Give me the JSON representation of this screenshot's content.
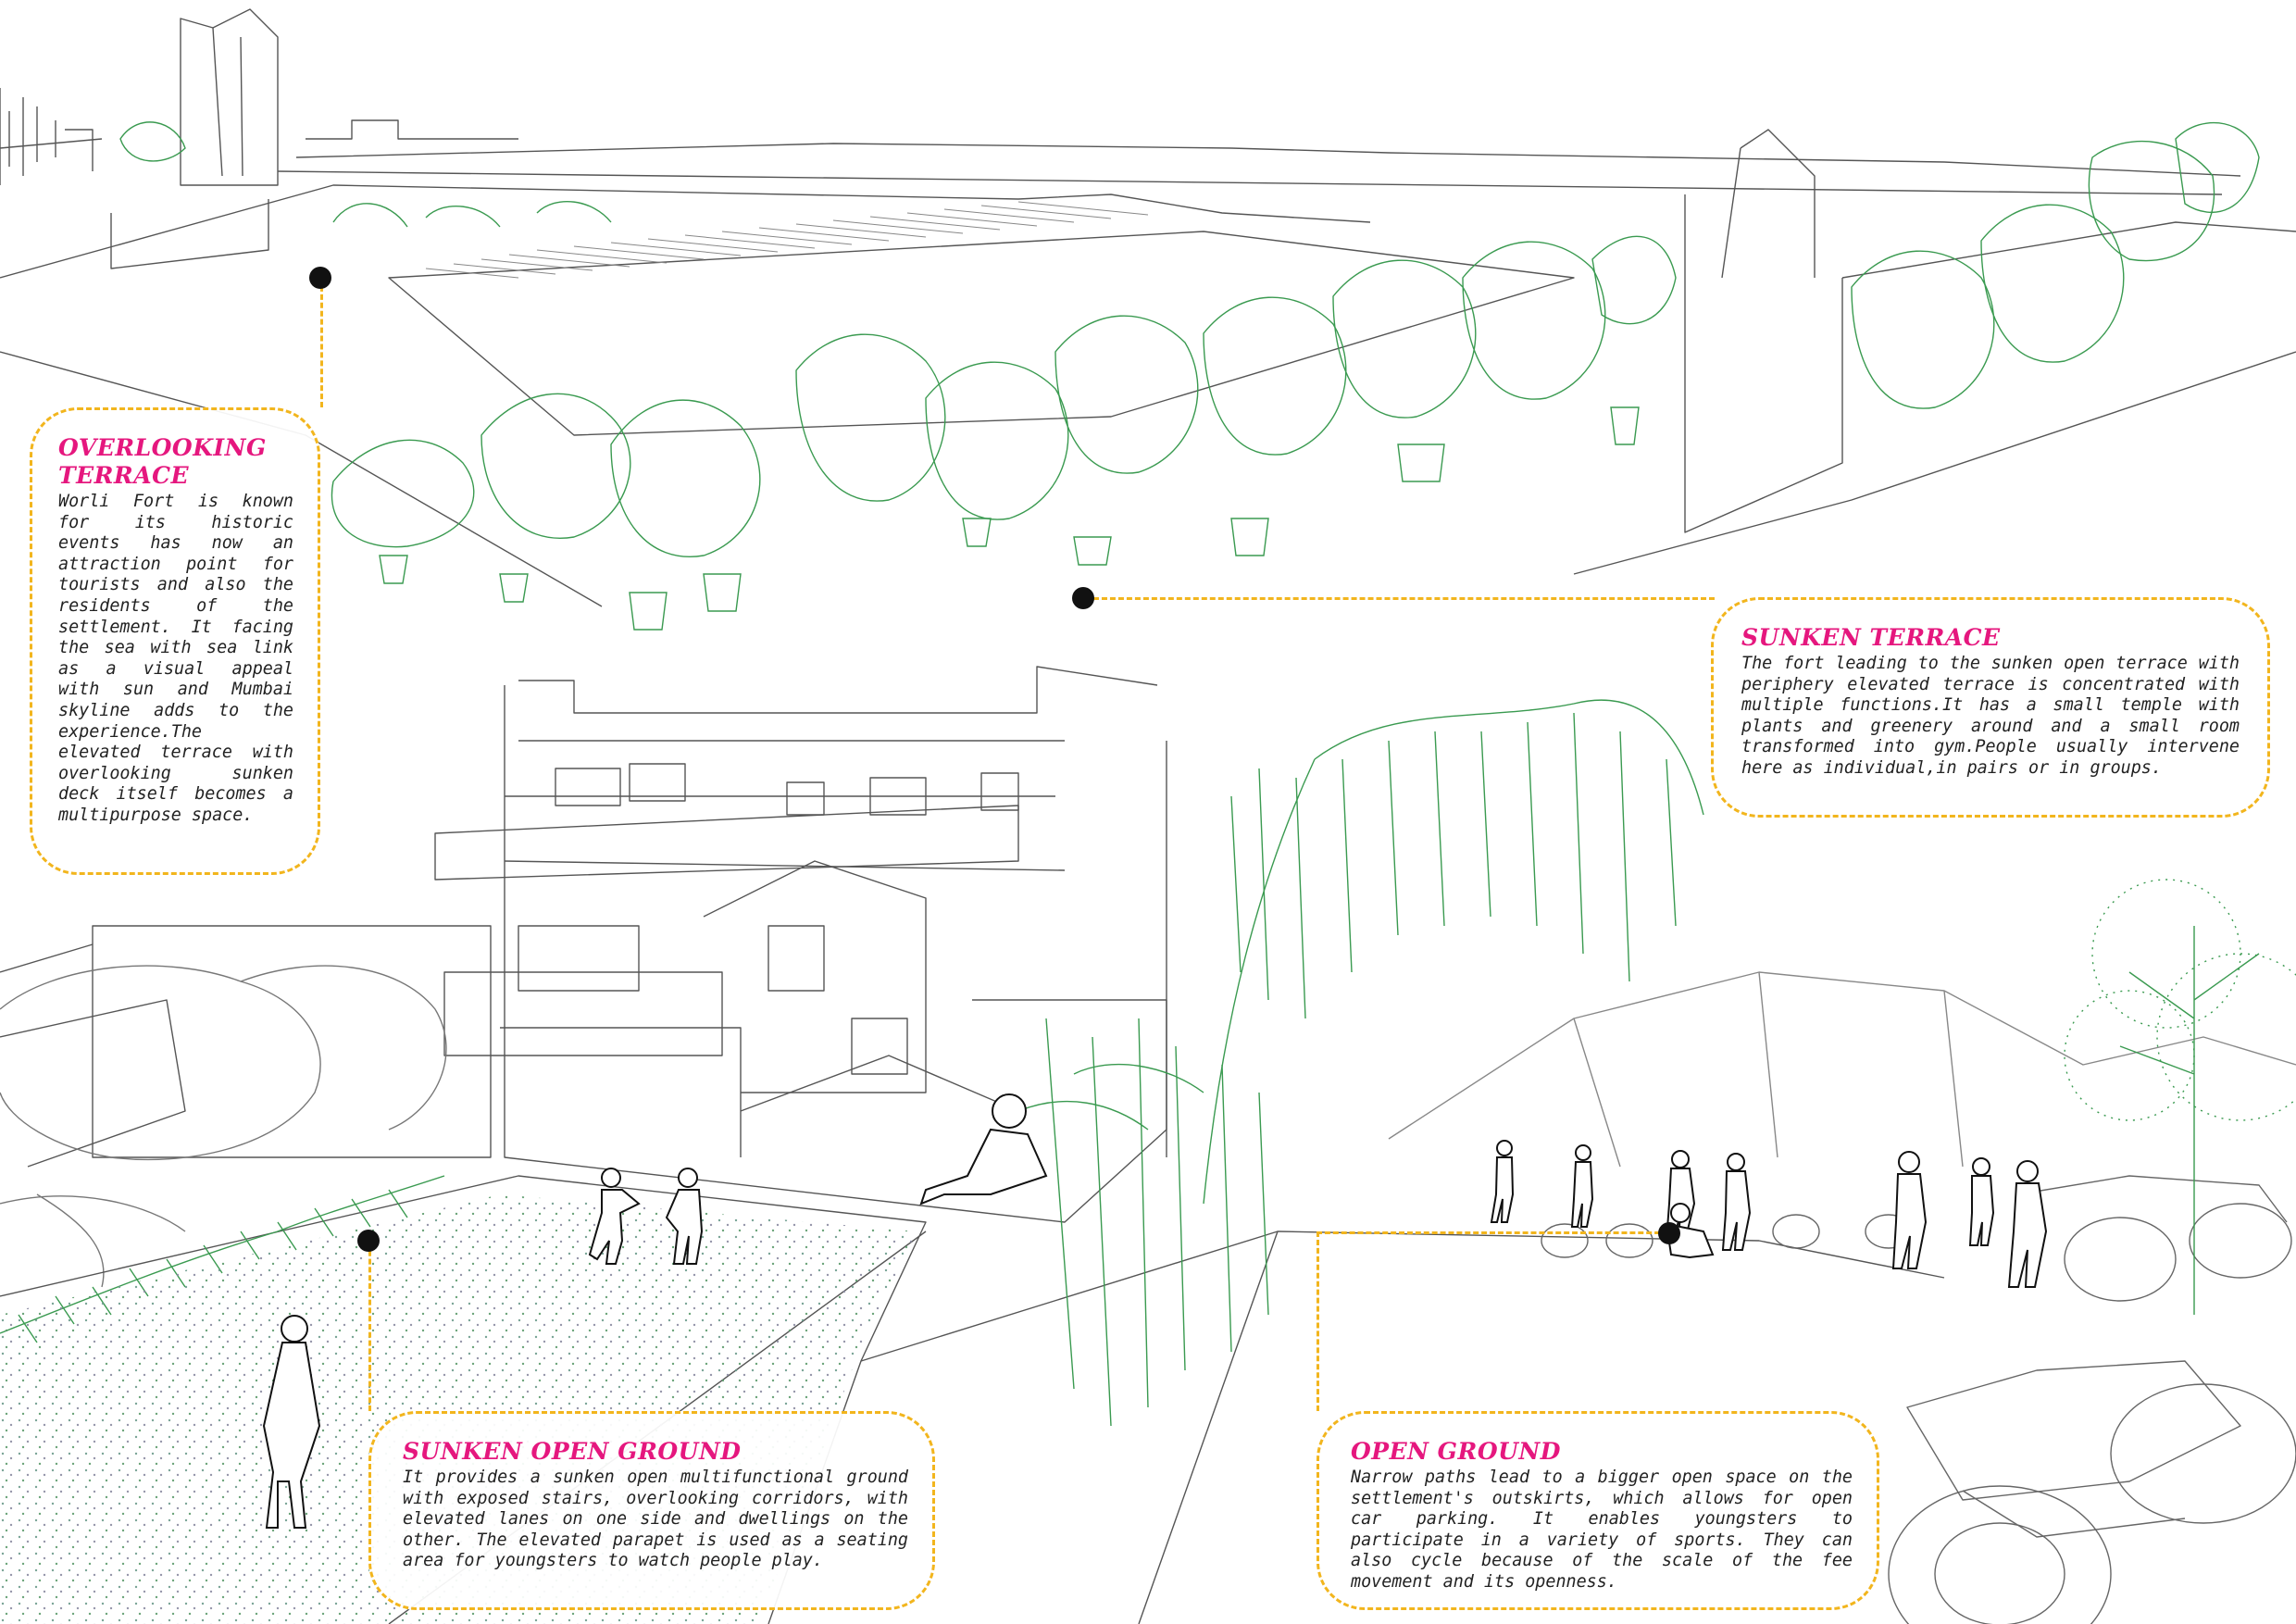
{
  "colors": {
    "title": "#e5177e",
    "border": "#f2b51d",
    "vegetation": "#3a9a50",
    "line": "#555555",
    "marker": "#111111"
  },
  "callouts": {
    "overlooking_terrace": {
      "title": "OVERLOOKING TERRACE",
      "text": "Worli Fort is known for its historic events has now an attraction point for tourists and also the residents of the settlement. It facing the sea with sea link as a visual appeal with sun and Mumbai skyline adds to the experience.The elevated terrace with overlooking sunken deck itself becomes a multipurpose space."
    },
    "sunken_terrace": {
      "title": "SUNKEN TERRACE",
      "text": "The fort leading to the sunken open terrace with periphery elevated terrace is concentrated with multiple functions.It has a small temple with plants and greenery around and a small room transformed into gym.People usually intervene here as individual,in pairs or in groups."
    },
    "sunken_open_ground": {
      "title": "SUNKEN OPEN GROUND",
      "text": "It provides a sunken open multifunctional ground with exposed stairs, overlooking corridors, with elevated lanes on one side and dwellings on the other. The elevated parapet is used as a seating area for youngsters to watch people play."
    },
    "open_ground": {
      "title": "OPEN GROUND",
      "text": "Narrow paths lead to a bigger open space on the settlement's outskirts, which allows for open car parking. It enables youngsters to participate in a variety of sports. They can also cycle because of the scale of the fee movement and its openness."
    }
  }
}
